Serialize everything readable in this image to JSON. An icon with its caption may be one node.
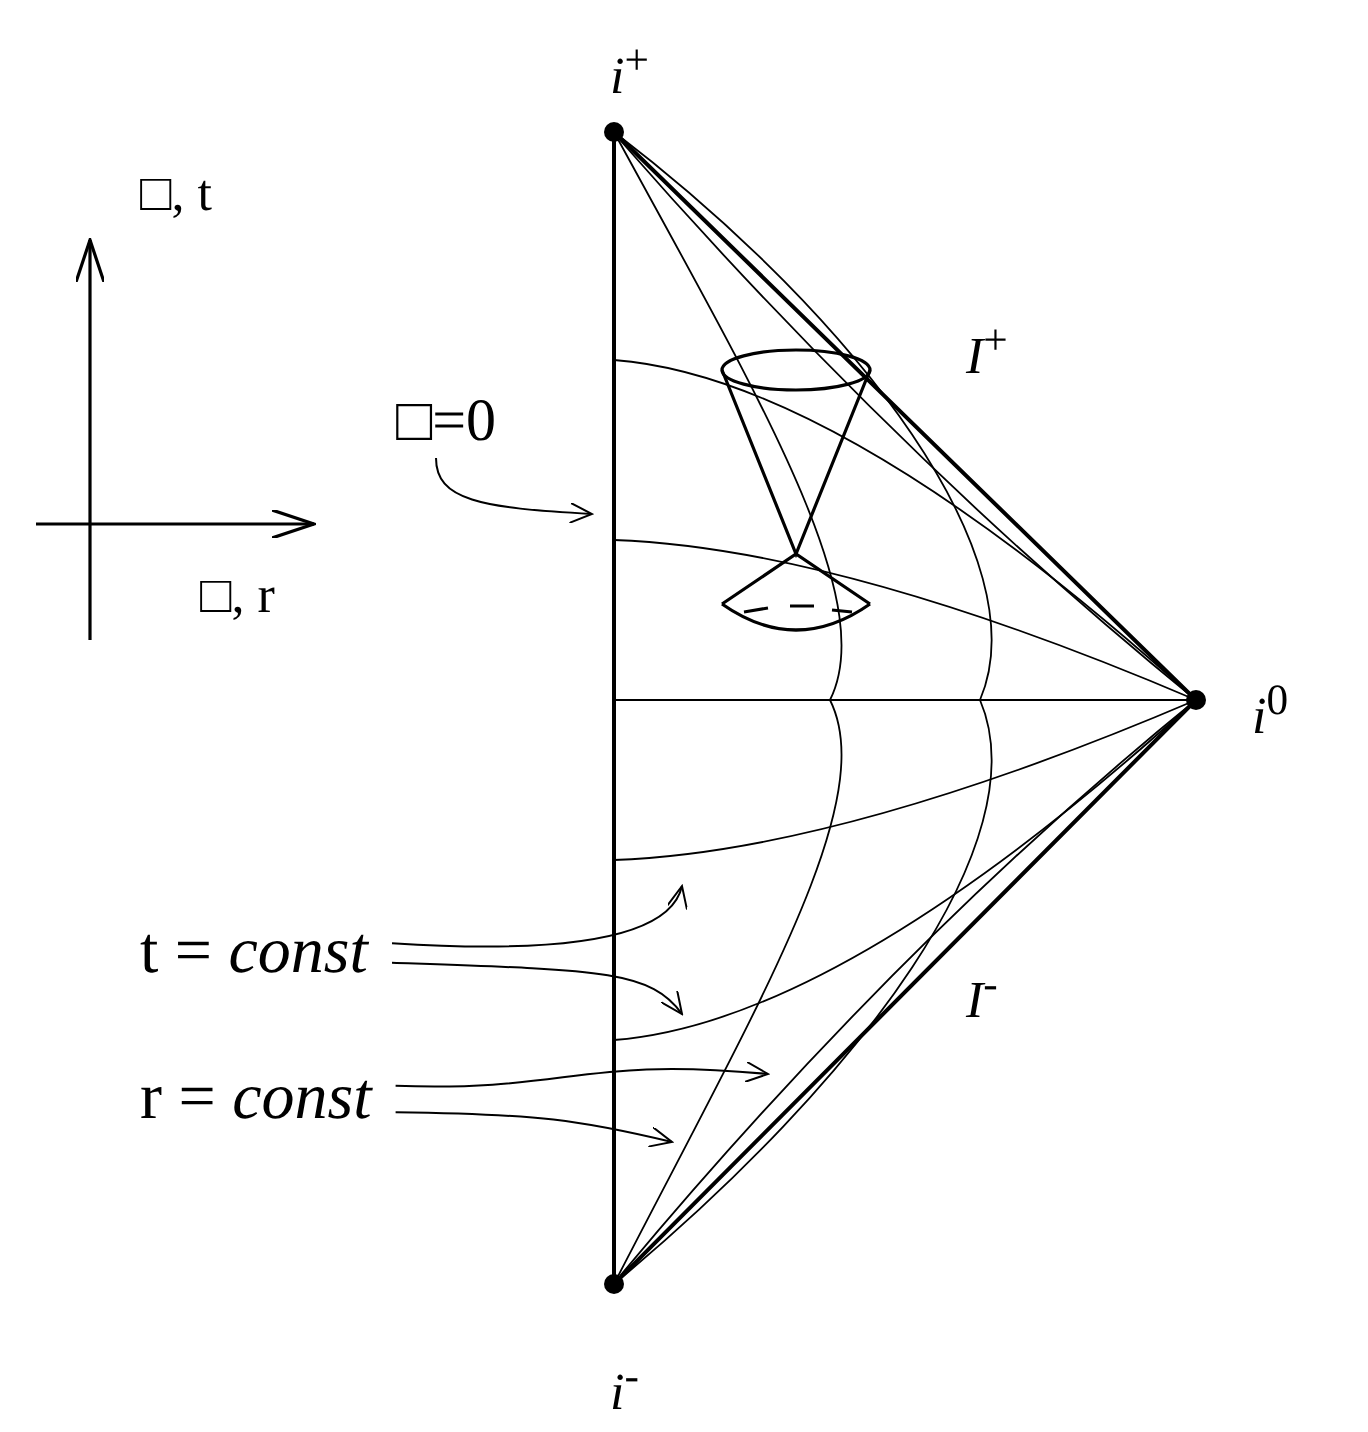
{
  "diagram": {
    "nodes": [
      {
        "text": [
          "□=0"
        ]
      },
      {
        "text": [
          "t = *const*"
        ]
      },
      {
        "text": [
          "r = *const*"
        ]
      }
    ],
    "edges": [
      {
        "from": 0,
        "to": null,
        "arrow": "to"
      },
      {
        "from": 1,
        "to": null,
        "arrow": "to"
      },
      {
        "from": 1,
        "to": null,
        "arrow": "to"
      },
      {
        "from": 2,
        "to": null,
        "arrow": "to"
      },
      {
        "from": 2,
        "to": null,
        "arrow": "to"
      }
    ],
    "labels": [
      "*i*$^{+}$",
      "□, t",
      "*I*$^{+}$",
      "□, r",
      "*i*$^{0}$",
      "*I*$^{-}$",
      "*i*$^{-}$"
    ]
  }
}
